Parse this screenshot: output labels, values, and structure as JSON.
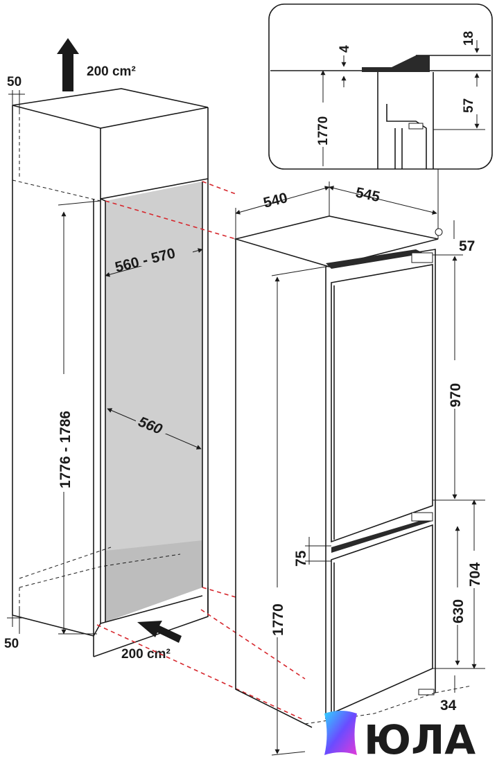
{
  "dimensions": {
    "vent_top_gap": "50",
    "vent_top_area": "200 cm²",
    "niche_height": "1776 - 1786",
    "niche_width": "560 - 570",
    "niche_depth": "560",
    "vent_bottom_gap": "50",
    "vent_bottom_area": "200 cm²",
    "fridge_depth": "540",
    "fridge_width": "545",
    "top_clearance": "57",
    "upper_door": "970",
    "door_gap": "75",
    "lower_door": "630",
    "lower_section": "704",
    "base": "34",
    "fridge_height": "1770"
  },
  "detail": {
    "d_4": "4",
    "d_18": "18",
    "d_1770": "1770",
    "d_57": "57"
  },
  "logo": {
    "text": "ЮЛА",
    "gradient": [
      "#2fd3ff",
      "#6a4cff",
      "#e23ad9"
    ]
  },
  "colors": {
    "line": "#1a1a1a",
    "red_dashed": "#d6262c",
    "niche_fill": "#cfcfcf"
  }
}
